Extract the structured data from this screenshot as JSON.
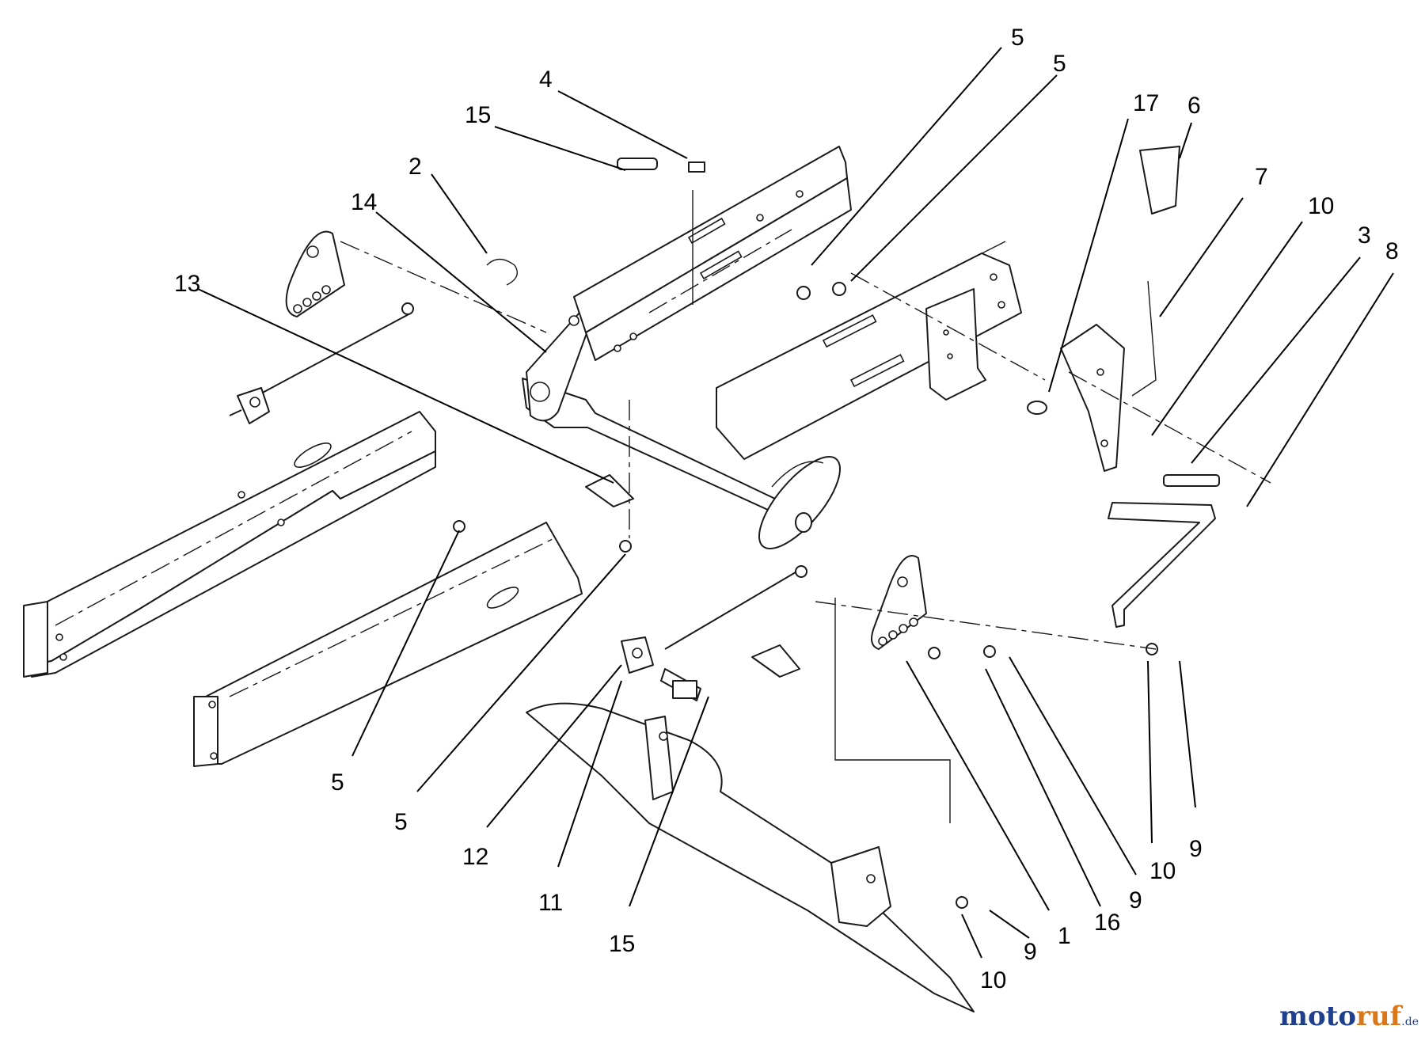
{
  "diagram": {
    "callouts": [
      "5",
      "5",
      "4",
      "15",
      "2",
      "14",
      "13",
      "17",
      "6",
      "7",
      "10",
      "3",
      "8",
      "5",
      "5",
      "12",
      "11",
      "15",
      "1",
      "16",
      "9",
      "10",
      "9",
      "9",
      "10"
    ]
  },
  "watermark": {
    "brand_a": "moto",
    "brand_b": "ruf",
    "tld": ".de"
  }
}
